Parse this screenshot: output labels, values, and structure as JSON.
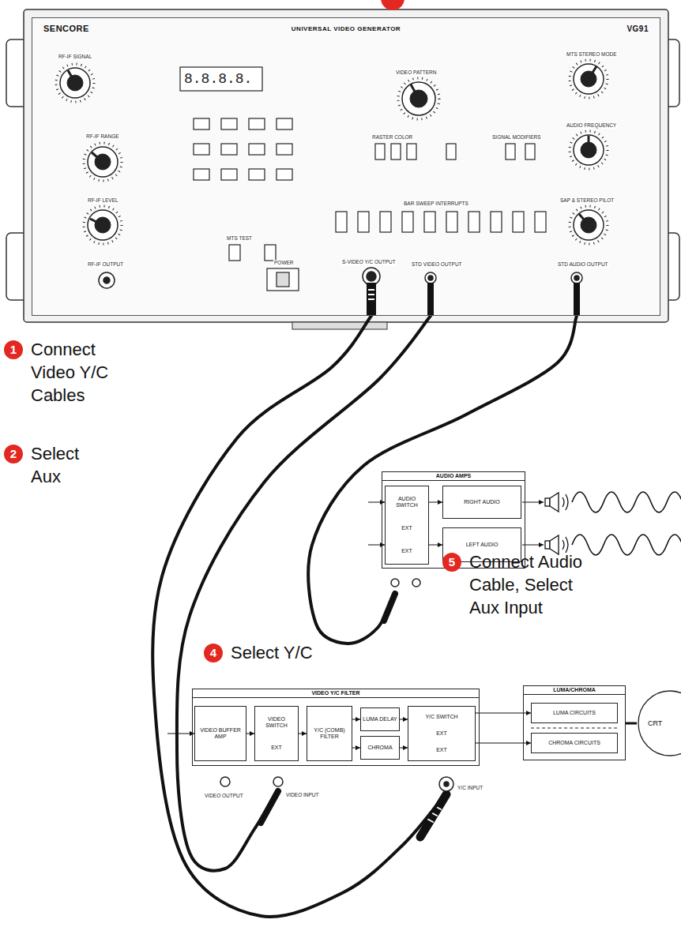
{
  "diagram": {
    "nodes": [
      {
        "text": [
          "SENCORE",
          "UNIVERSAL VIDEO GENERATOR",
          "VG91"
        ]
      },
      {
        "text": [
          "1",
          "Connect Video Y/C Cables"
        ]
      },
      {
        "text": [
          "2",
          "Select Aux"
        ]
      },
      {
        "text": [
          "AUDIO AMPS"
        ]
      },
      {
        "text": [
          "AUDIO SWITCH",
          "EXT",
          "EXT"
        ],
        "in": 3
      },
      {
        "text": [
          "RIGHT AUDIO"
        ],
        "in": 3
      },
      {
        "text": [
          "LEFT AUDIO"
        ],
        "in": 3
      },
      {
        "text": [
          "5",
          "Connect Audio Cable, Select Aux Input"
        ]
      },
      {
        "text": [
          "4",
          "Select Y/C"
        ]
      },
      {
        "text": [
          "VIDEO Y/C FILTER"
        ]
      },
      {
        "text": [
          "VIDEO BUFFER AMP"
        ],
        "in": 9
      },
      {
        "text": [
          "VIDEO SWITCH",
          "EXT"
        ],
        "in": 9
      },
      {
        "text": [
          "Y/C (COMB) FILTER"
        ],
        "in": 9
      },
      {
        "text": [
          "LUMA DELAY"
        ],
        "in": 9
      },
      {
        "text": [
          "CHROMA"
        ],
        "in": 9
      },
      {
        "text": [
          "Y/C SWITCH",
          "EXT",
          "EXT"
        ],
        "in": 9
      },
      {
        "text": [
          "LUMA/CHROMA"
        ]
      },
      {
        "text": [
          "LUMA CIRCUITS"
        ],
        "in": 16
      },
      {
        "text": [
          "CHROMA CIRCUITS"
        ],
        "in": 16
      },
      {
        "text": [
          "CRT"
        ]
      }
    ],
    "edges": [
      {
        "from": 0,
        "to": 9,
        "arrow": "none"
      },
      {
        "from": 0,
        "to": 9,
        "arrow": "none"
      },
      {
        "from": 0,
        "to": 3,
        "arrow": "none"
      },
      {
        "from": 4,
        "to": 5,
        "arrow": "to"
      },
      {
        "from": 4,
        "to": 6,
        "arrow": "to"
      },
      {
        "from": 10,
        "to": 11,
        "arrow": "to"
      },
      {
        "from": 11,
        "to": 12,
        "arrow": "to"
      },
      {
        "from": 12,
        "to": 13,
        "arrow": "to"
      },
      {
        "from": 12,
        "to": 14,
        "arrow": "to"
      },
      {
        "from": 13,
        "to": 15,
        "arrow": "to"
      },
      {
        "from": 14,
        "to": 15,
        "arrow": "to"
      },
      {
        "from": 15,
        "to": 17,
        "arrow": "to"
      },
      {
        "from": 15,
        "to": 18,
        "arrow": "to"
      },
      {
        "from": 16,
        "to": 19,
        "arrow": "none"
      }
    ],
    "labels": [
      "8.8.8.8.",
      "RF-IF SIGNAL",
      "RF-IF RANGE",
      "RF-IF LEVEL",
      "RF-IF OUTPUT",
      "MTS TEST",
      "POWER",
      "VIDEO PATTERN",
      "RASTER COLOR",
      "SIGNAL MODIFIERS",
      "BAR SWEEP INTERRUPTS",
      "MTS STEREO MODE",
      "AUDIO FREQUENCY",
      "SAP & STEREO PILOT",
      "S-VIDEO Y/C OUTPUT",
      "STD VIDEO OUTPUT",
      "STD AUDIO OUTPUT",
      "VIDEO OUTPUT",
      "VIDEO INPUT",
      "Y/C INPUT"
    ]
  }
}
